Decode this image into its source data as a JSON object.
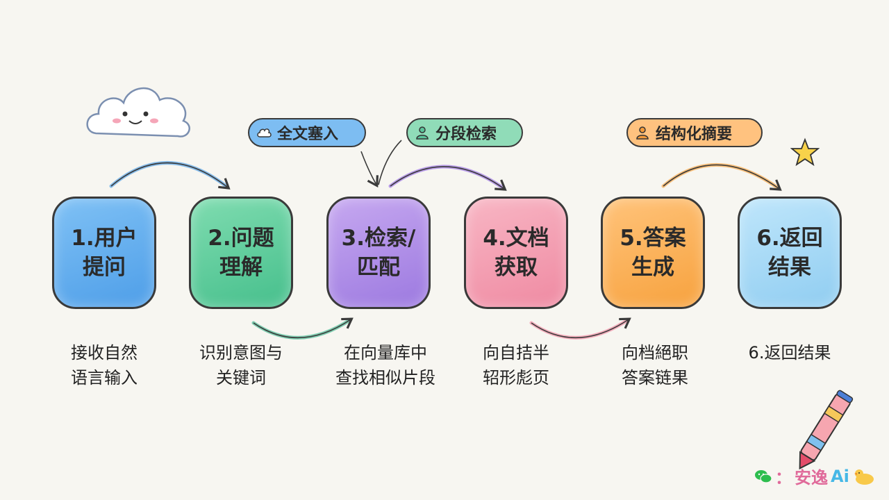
{
  "steps": [
    {
      "label": "1.用户\n提问",
      "desc": "接收自然\n语言输入"
    },
    {
      "label": "2.问题\n理解",
      "desc": "识别意图与\n关键词"
    },
    {
      "label": "3.检索/\n匹配",
      "desc": "在向量库中\n查找相似片段"
    },
    {
      "label": "4.文档\n获取",
      "desc": "向自拮半\n轺形彪页"
    },
    {
      "label": "5.答案\n生成",
      "desc": "向档絕职\n答案链果"
    },
    {
      "label": "6.返回\n结果",
      "desc": "6.返回结果"
    }
  ],
  "tags": {
    "full_text": {
      "label": "全文塞入",
      "icon": "cloud-icon"
    },
    "segment": {
      "label": "分段检索",
      "icon": "person-icon"
    },
    "summary": {
      "label": "结构化摘要",
      "icon": "person-icon"
    }
  },
  "brand": {
    "sep": "：",
    "name": "安逸",
    "ai": "Ai"
  },
  "colors": {
    "step1": "#4e9ee8",
    "step2": "#46bf8c",
    "step3": "#9c79e0",
    "step4": "#ef8aa2",
    "step5": "#f7a23e",
    "step6": "#90cdf1"
  }
}
